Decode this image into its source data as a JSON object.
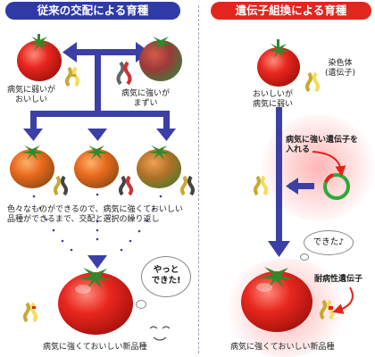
{
  "headers": {
    "left": "従来の交配による育種",
    "right": "遺伝子組換による育種"
  },
  "left": {
    "parent_a_caption": "病気に弱いが\nおいしい",
    "parent_b_caption": "病気に強いが\nまずい",
    "repeat_text": "色々なものができるので、病気に強くておいしい\n品種ができるまで、交配と選択の繰り返し",
    "bubble_text": "やっと\nできた!",
    "result_caption": "病気に強くておいしい新品種"
  },
  "right": {
    "parent_caption": "おいしいが\n病気に弱い",
    "chromosome_label": "染色体\n(遺伝子)",
    "insert_text": "病気に強い遺伝子を\n入れる",
    "bubble_text": "できた♪",
    "resistance_gene_label": "耐病性遺伝子",
    "result_caption": "病気に強くておいしい新品種"
  },
  "colors": {
    "arrow_blue": "#3b3fa6",
    "header_left": "#2f3aa8",
    "header_right": "#e2261e",
    "chromosome_yellow": "#f3dc5a",
    "gene_red": "#e8201a",
    "plasmid_green": "#2fa83a"
  }
}
